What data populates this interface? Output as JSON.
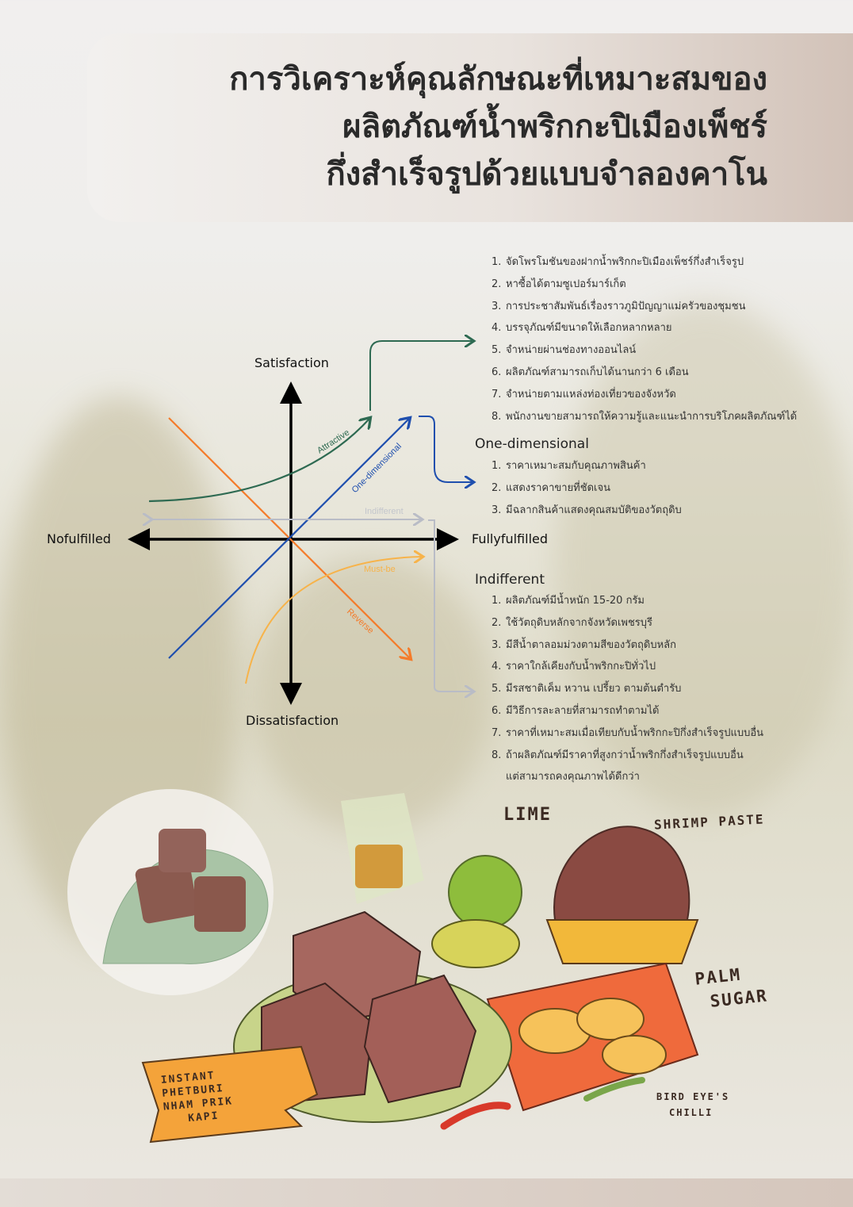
{
  "title": {
    "lines": [
      "การวิเคราะห์คุณลักษณะที่เหมาะสมของ",
      "ผลิตภัณฑ์น้ำพริกกะปิเมืองเพ็ชร์",
      "กึ่งสำเร็จรูปด้วยแบบจำลองคาโน"
    ]
  },
  "diagram": {
    "axis_top": "Satisfaction",
    "axis_bottom": "Dissatisfaction",
    "axis_left": "Nofulfilled",
    "axis_right": "Fullyfulfilled",
    "curves": {
      "attractive": "Attractive",
      "one_dimensional": "One-dimensional",
      "indifferent": "Indifferent",
      "must_be": "Must-be",
      "reverse": "Reverse"
    },
    "colors": {
      "attractive": "#2e6a52",
      "one_dimensional": "#1f4fae",
      "indifferent": "#b9bcc6",
      "must_be": "#f7b34a",
      "reverse": "#f47b2a"
    }
  },
  "attractive_list": [
    "จัดโพรโมชันของฝากน้ำพริกกะปิเมืองเพ็ชร์กึ่งสำเร็จรูป",
    "หาซื้อได้ตามซูเปอร์มาร์เก็ต",
    "การประชาสัมพันธ์เรื่องราวภูมิปัญญาแม่ครัวของชุมชน",
    "บรรจุภัณฑ์มีขนาดให้เลือกหลากหลาย",
    "จำหน่ายผ่านช่องทางออนไลน์",
    "ผลิตภัณฑ์สามารถเก็บได้นานกว่า 6 เดือน",
    "จำหน่ายตามแหล่งท่องเที่ยวของจังหวัด",
    "พนักงานขายสามารถให้ความรู้และแนะนำการบริโภคผลิตภัณฑ์ได้"
  ],
  "one_dimensional": {
    "heading": "One-dimensional",
    "items": [
      "ราคาเหมาะสมกับคุณภาพสินค้า",
      "แสดงราคาขายที่ชัดเจน",
      "มีฉลากสินค้าแสดงคุณสมบัติของวัตถุดิบ"
    ]
  },
  "indifferent": {
    "heading": "Indifferent",
    "items": [
      "ผลิตภัณฑ์มีน้ำหนัก 15-20 กรัม",
      "ใช้วัตถุดิบหลักจากจังหวัดเพชรบุรี",
      "มีสีน้ำตาลอมม่วงตามสีของวัตถุดิบหลัก",
      "ราคาใกล้เคียงกับน้ำพริกกะปิทั่วไป",
      "มีรสชาติเค็ม หวาน เปรี้ยว ตามต้นตำรับ",
      "มีวิธีการละลายที่สามารถทำตามได้",
      "ราคาที่เหมาะสมเมื่อเทียบกับน้ำพริกกะปิกึ่งสำเร็จรูปแบบอื่น",
      "ถ้าผลิตภัณฑ์มีราคาที่สูงกว่าน้ำพริกกึ่งสำเร็จรูปแบบอื่น"
    ],
    "item8_cont": "แต่สามารถคงคุณภาพได้ดีกว่า"
  },
  "illustration": {
    "lime": "LIME",
    "shrimp_paste": "SHRIMP PASTE",
    "palm_sugar": [
      "PALM",
      "SUGAR"
    ],
    "chilli": [
      "BIRD EYE'S",
      "CHILLI"
    ],
    "banner": [
      "INSTANT",
      "PHETBURI",
      "NHAM PRIK",
      "KAPI"
    ]
  }
}
